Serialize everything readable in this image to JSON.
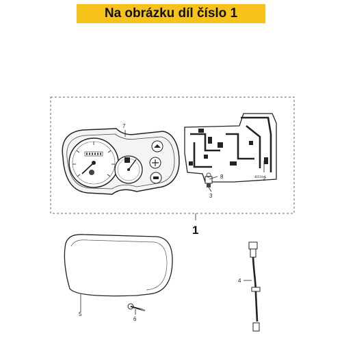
{
  "header": {
    "title": "Na obrázku díl číslo 1",
    "accent_color": "#f6c21b"
  },
  "callouts": {
    "c1": "1",
    "c2": "2",
    "c3": "3",
    "c4": "4",
    "c5": "5",
    "c6": "6",
    "c7": "7",
    "c8": "8"
  },
  "parts": {
    "board_code": "46534.1"
  },
  "icons": [
    "speedometer-gauge-icon",
    "fuel-gauge-icon",
    "warning-lamp-icon",
    "connector-icon",
    "bolt-icon",
    "cable-icon"
  ]
}
